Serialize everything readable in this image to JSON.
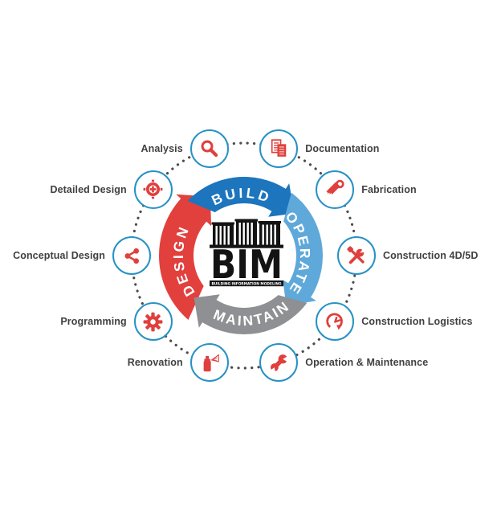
{
  "center": {
    "logo_text": "BIM",
    "logo_subtext": "BUILDING INFORMATION MODELING"
  },
  "colors": {
    "icon_red": "#df403d",
    "circle_stroke": "#2791c5",
    "dotted_ring": "#4b4b4d",
    "label_text": "#414042",
    "logo_black": "#131313"
  },
  "cycle": {
    "segments": [
      {
        "label": "DESIGN",
        "color": "#e2403d",
        "fromOuter": 229,
        "fromInner": 217,
        "to": 138,
        "tip": 120,
        "outer": 106,
        "inner": 63,
        "textR": 76,
        "textFrom": 228,
        "textTo": 142,
        "spacing": 3
      },
      {
        "label": "BUILD",
        "color": "#1c75bd",
        "fromOuter": 136,
        "fromInner": 124,
        "to": 58,
        "tip": 40,
        "outer": 98,
        "inner": 65,
        "textR": 72,
        "textFrom": 135,
        "textTo": 50,
        "spacing": 3.5
      },
      {
        "label": "OPERATE",
        "color": "#5fa8da",
        "fromOuter": 53,
        "fromInner": 41,
        "to": -32,
        "tip": -50,
        "outer": 98,
        "inner": 65,
        "textR": 70,
        "textFrom": 45,
        "textTo": -40,
        "spacing": 2.5
      },
      {
        "label": "MAINTAIN",
        "color": "#8e9093",
        "fromOuter": -37,
        "fromInner": -49,
        "to": -122,
        "tip": -140,
        "outer": 98,
        "inner": 65,
        "textR": 87,
        "textFrom": -130,
        "textTo": -35,
        "spacing": 2.5
      }
    ]
  },
  "nodes": [
    {
      "id": "construction-4d-5d",
      "label": "Construction 4D/5D",
      "icon": "tools",
      "angle": 0,
      "side": "right"
    },
    {
      "id": "fabrication",
      "label": "Fabrication",
      "icon": "saw",
      "angle": 36,
      "side": "right"
    },
    {
      "id": "documentation",
      "label": "Documentation",
      "icon": "document",
      "angle": 72,
      "side": "right"
    },
    {
      "id": "analysis",
      "label": "Analysis",
      "icon": "search",
      "angle": 108,
      "side": "left"
    },
    {
      "id": "detailed-design",
      "label": "Detailed Design",
      "icon": "target",
      "angle": 144,
      "side": "left"
    },
    {
      "id": "conceptual-design",
      "label": "Conceptual Design",
      "icon": "share",
      "angle": 180,
      "side": "left"
    },
    {
      "id": "programming",
      "label": "Programming",
      "icon": "gear",
      "angle": 216,
      "side": "left"
    },
    {
      "id": "renovation",
      "label": "Renovation",
      "icon": "spray-can",
      "angle": 252,
      "side": "left"
    },
    {
      "id": "operation-maintenance",
      "label": "Operation & Maintenance",
      "icon": "wrench",
      "angle": 288,
      "side": "right"
    },
    {
      "id": "construction-logistics",
      "label": "Construction Logistics",
      "icon": "history",
      "angle": 324,
      "side": "right"
    }
  ]
}
